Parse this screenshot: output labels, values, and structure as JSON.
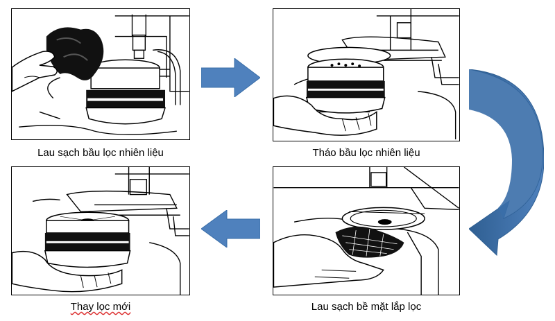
{
  "steps": [
    {
      "caption": "Lau sạch bầu lọc nhiên liệu",
      "image": "cleaning-filter-housing-illustration"
    },
    {
      "caption": "Tháo bầu lọc nhiên liệu",
      "image": "removing-filter-illustration"
    },
    {
      "caption": "Lau sạch bề mặt lắp lọc",
      "image": "cleaning-mounting-surface-illustration"
    },
    {
      "caption": "Thay lọc mới",
      "image": "installing-new-filter-illustration"
    }
  ],
  "colors": {
    "arrow_fill": "#4f81bd",
    "arrow_dark": "#2f5f92",
    "panel_border": "#000000",
    "spellcheck_underline": "#dd3333"
  },
  "icons": {
    "flow_arrow": "arrow-right-icon",
    "curved_arrow": "curved-arrow-icon",
    "back_arrow": "arrow-left-icon"
  }
}
